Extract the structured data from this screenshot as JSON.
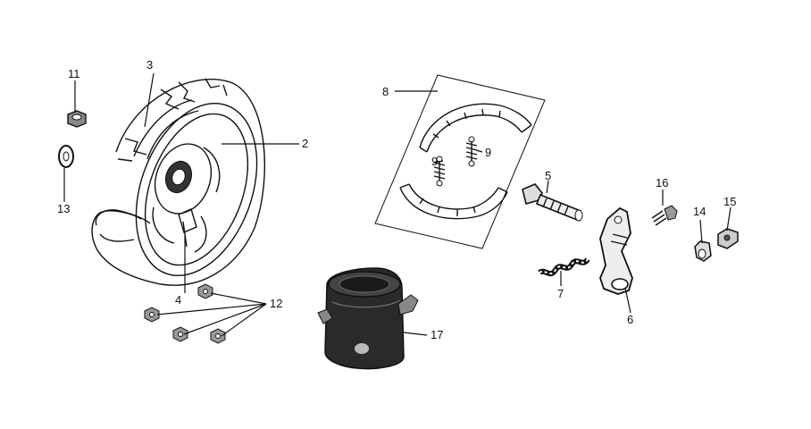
{
  "callouts": [
    {
      "id": "c1",
      "label": "2"
    },
    {
      "id": "c2",
      "label": "3"
    },
    {
      "id": "c3",
      "label": "4"
    },
    {
      "id": "c4",
      "label": "5"
    },
    {
      "id": "c5",
      "label": "6"
    },
    {
      "id": "c6",
      "label": "7"
    },
    {
      "id": "c7",
      "label": "8"
    },
    {
      "id": "c8",
      "label": "9"
    },
    {
      "id": "c9",
      "label": "9"
    },
    {
      "id": "c10",
      "label": "11"
    },
    {
      "id": "c11",
      "label": "12"
    },
    {
      "id": "c12",
      "label": "13"
    },
    {
      "id": "c13",
      "label": "14"
    },
    {
      "id": "c14",
      "label": "15"
    },
    {
      "id": "c15",
      "label": "16"
    },
    {
      "id": "c16",
      "label": "17"
    }
  ]
}
